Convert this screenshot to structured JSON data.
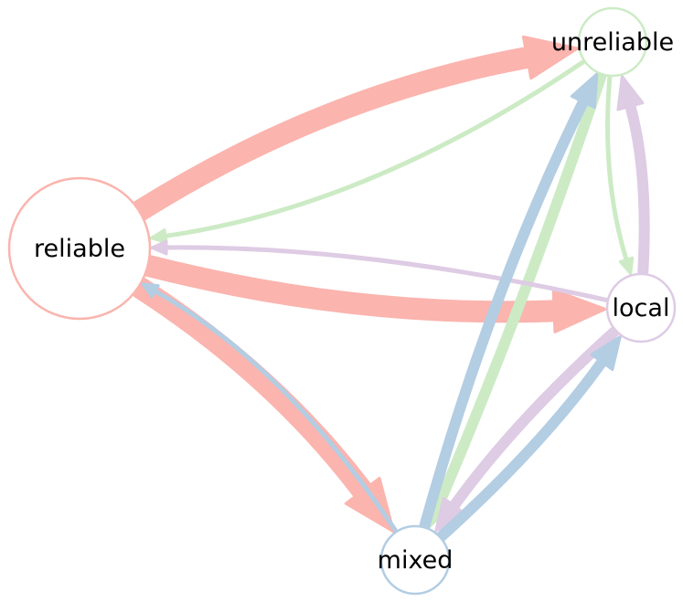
{
  "colors": {
    "reliable": "#FBB4AE",
    "unreliable": "#CCEBC5",
    "local": "#DECBE4",
    "mixed": "#B3CDE3",
    "node_fill": "#FFFFFF",
    "label": "#000000"
  },
  "nodes": [
    {
      "id": "reliable",
      "label": "reliable"
    },
    {
      "id": "unreliable",
      "label": "unreliable"
    },
    {
      "id": "local",
      "label": "local"
    },
    {
      "id": "mixed",
      "label": "mixed"
    }
  ],
  "edges": [
    {
      "source": "reliable",
      "target": "unreliable",
      "weight": "heavy"
    },
    {
      "source": "reliable",
      "target": "local",
      "weight": "heavy"
    },
    {
      "source": "reliable",
      "target": "mixed",
      "weight": "heavy"
    },
    {
      "source": "unreliable",
      "target": "reliable",
      "weight": "light"
    },
    {
      "source": "unreliable",
      "target": "local",
      "weight": "light"
    },
    {
      "source": "unreliable",
      "target": "mixed",
      "weight": "medium"
    },
    {
      "source": "local",
      "target": "reliable",
      "weight": "light"
    },
    {
      "source": "local",
      "target": "unreliable",
      "weight": "medium"
    },
    {
      "source": "local",
      "target": "mixed",
      "weight": "medium"
    },
    {
      "source": "mixed",
      "target": "reliable",
      "weight": "light"
    },
    {
      "source": "mixed",
      "target": "unreliable",
      "weight": "medium"
    },
    {
      "source": "mixed",
      "target": "local",
      "weight": "medium"
    }
  ]
}
